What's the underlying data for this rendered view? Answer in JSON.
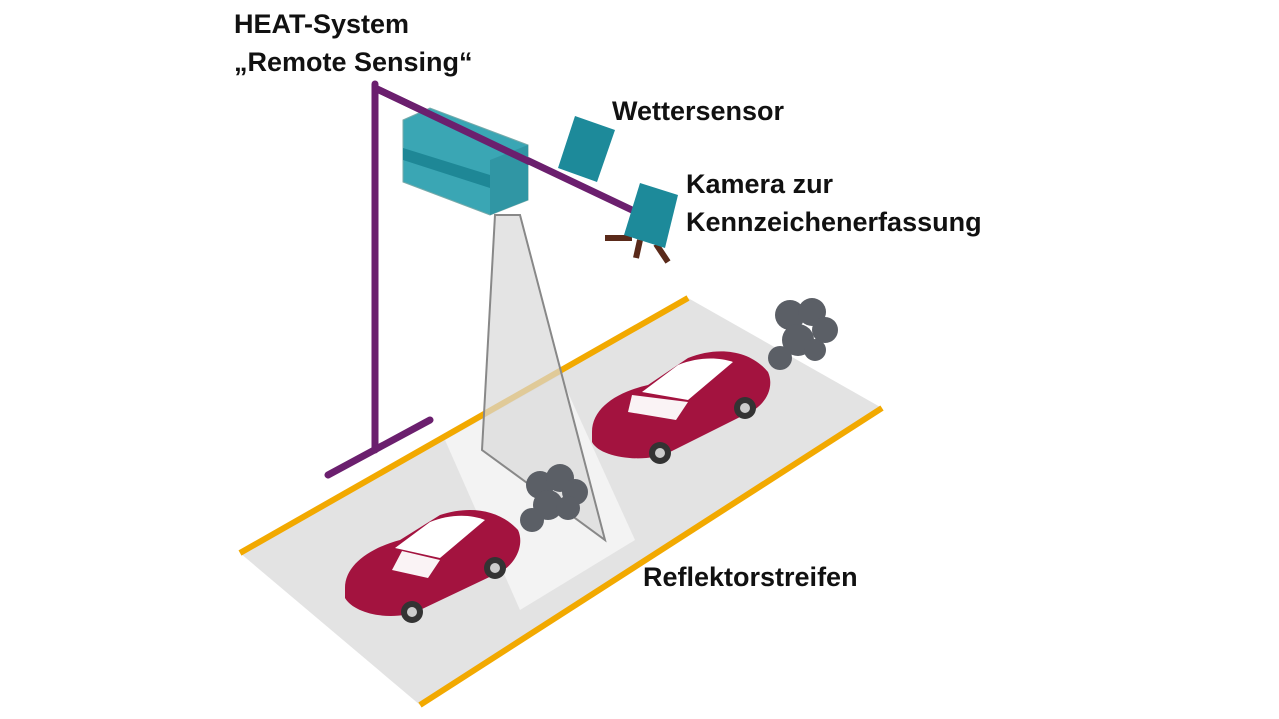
{
  "labels": {
    "system_title": "HEAT-System",
    "system_subtitle": "„Remote Sensing“",
    "weather_sensor": "Wettersensor",
    "camera_line1": "Kamera zur",
    "camera_line2": "Kennzeichenerfassung",
    "reflector": "Reflektorstreifen"
  },
  "colors": {
    "pole": "#6b1f6e",
    "sensor": "#2a9aa8",
    "car": "#a3133f",
    "road_edge": "#f2a900",
    "smoke": "#5b5f66"
  }
}
